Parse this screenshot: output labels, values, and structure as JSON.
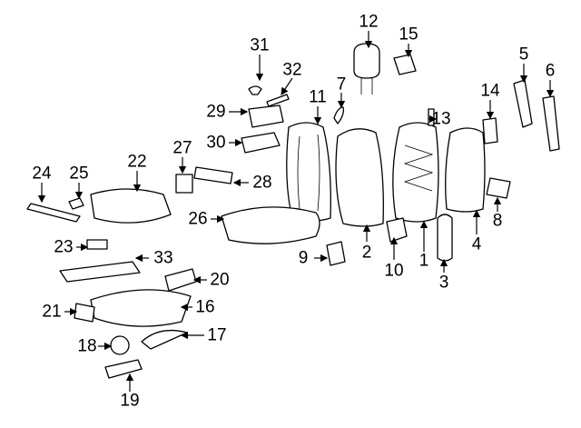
{
  "diagram": {
    "labels": [
      "1",
      "2",
      "3",
      "4",
      "5",
      "6",
      "7",
      "8",
      "9",
      "10",
      "11",
      "12",
      "13",
      "14",
      "15",
      "16",
      "17",
      "18",
      "19",
      "20",
      "21",
      "22",
      "23",
      "24",
      "25",
      "26",
      "27",
      "28",
      "29",
      "30",
      "31",
      "32",
      "33"
    ]
  }
}
